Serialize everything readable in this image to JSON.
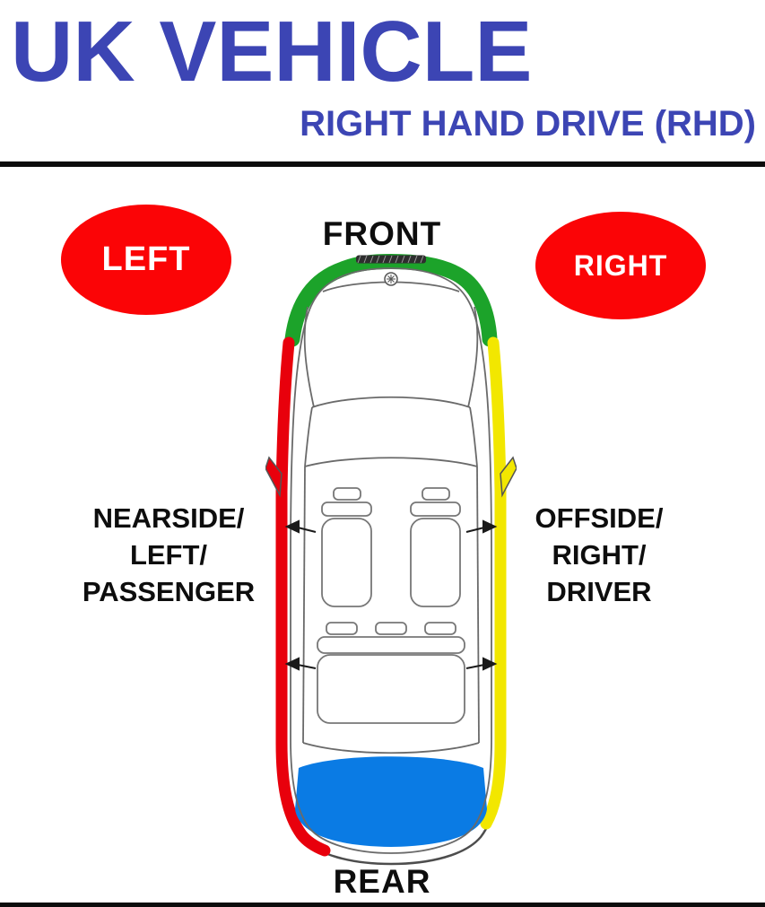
{
  "header": {
    "title": "UK VEHICLE",
    "subtitle": "RIGHT HAND DRIVE (RHD)",
    "title_color": "#3c45b4"
  },
  "badges": {
    "left": "LEFT",
    "right": "RIGHT"
  },
  "car": {
    "front_label": "FRONT",
    "rear_label": "REAR"
  },
  "side_labels": {
    "nearside": "NEARSIDE/\nLEFT/\nPASSENGER",
    "offside": "OFFSIDE/\nRIGHT/\nDRIVER"
  },
  "colors": {
    "badge_red": "#fb0406",
    "front_green": "#1ca32a",
    "nearside_red": "#e8000c",
    "offside_yellow": "#f2e700",
    "rear_blue": "#0a7be4",
    "line_black": "#0c0c0c"
  }
}
